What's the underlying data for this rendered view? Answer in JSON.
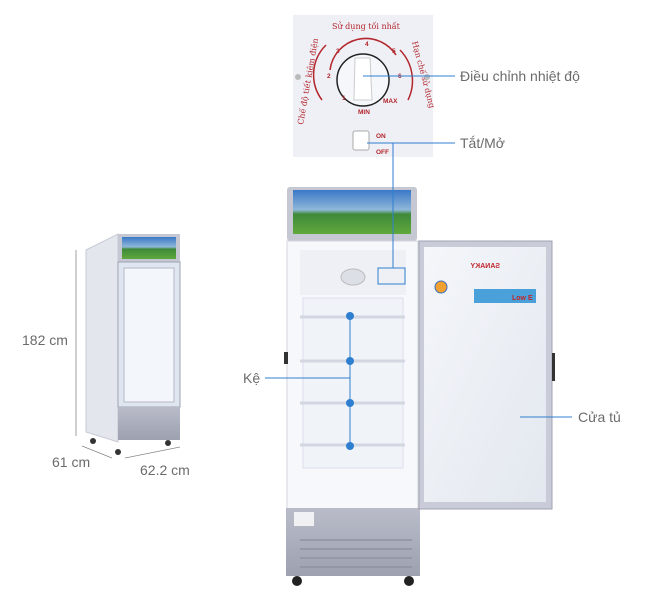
{
  "callouts": {
    "thermostat": "Điều chỉnh nhiệt độ",
    "power_switch": "Tắt/Mở",
    "shelves": "Kệ",
    "door": "Cửa tủ"
  },
  "dimensions": {
    "height": "182 cm",
    "depth": "61 cm",
    "width": "62.2 cm"
  },
  "dial": {
    "arc_best": "Sử dụng tối nhất",
    "arc_limit": "Hạn chế sử dụng",
    "arc_eco": "Chế độ tiết kiệm điện",
    "numbers": [
      "1",
      "2",
      "3",
      "4",
      "5",
      "6"
    ],
    "min": "MIN",
    "max": "MAX",
    "on": "ON",
    "off": "OFF"
  },
  "door_branding": {
    "brand": "SANAKY",
    "badge": "Low E"
  },
  "colors": {
    "callout": "#2f7fd0",
    "dial_red": "#b3262c",
    "frame": "#a9adbd"
  }
}
